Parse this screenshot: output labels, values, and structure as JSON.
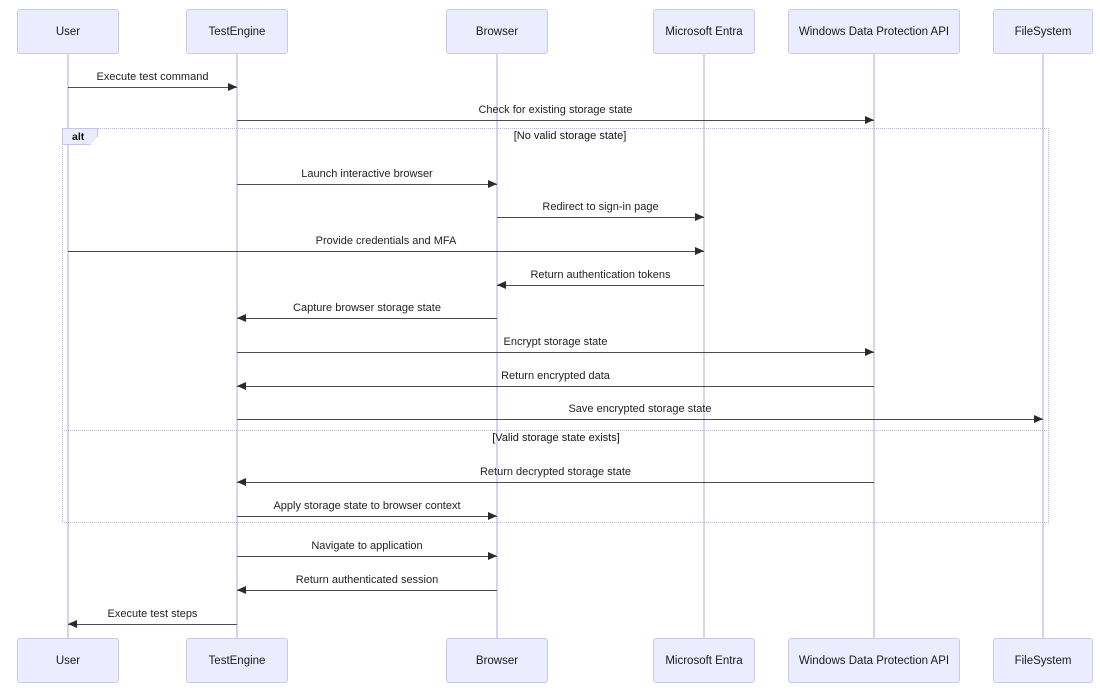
{
  "diagram": {
    "type": "sequence",
    "participants": [
      {
        "name": "User"
      },
      {
        "name": "TestEngine"
      },
      {
        "name": "Browser"
      },
      {
        "name": "Microsoft Entra"
      },
      {
        "name": "Windows Data Protection API"
      },
      {
        "name": "FileSystem"
      }
    ],
    "messages": [
      {
        "from": "User",
        "to": "TestEngine",
        "label": "Execute test command"
      },
      {
        "from": "TestEngine",
        "to": "Windows Data Protection API",
        "label": "Check for existing storage state"
      },
      {
        "from": "TestEngine",
        "to": "Browser",
        "label": "Launch interactive browser"
      },
      {
        "from": "Browser",
        "to": "Microsoft Entra",
        "label": "Redirect to sign-in page"
      },
      {
        "from": "User",
        "to": "Microsoft Entra",
        "label": "Provide credentials and MFA"
      },
      {
        "from": "Microsoft Entra",
        "to": "Browser",
        "label": "Return authentication tokens"
      },
      {
        "from": "Browser",
        "to": "TestEngine",
        "label": "Capture browser storage state"
      },
      {
        "from": "TestEngine",
        "to": "Windows Data Protection API",
        "label": "Encrypt storage state"
      },
      {
        "from": "Windows Data Protection API",
        "to": "TestEngine",
        "label": "Return encrypted data"
      },
      {
        "from": "TestEngine",
        "to": "FileSystem",
        "label": "Save encrypted storage state"
      },
      {
        "from": "Windows Data Protection API",
        "to": "TestEngine",
        "label": "Return decrypted storage state"
      },
      {
        "from": "TestEngine",
        "to": "Browser",
        "label": "Apply storage state to browser context"
      },
      {
        "from": "TestEngine",
        "to": "Browser",
        "label": "Navigate to application"
      },
      {
        "from": "Browser",
        "to": "TestEngine",
        "label": "Return authenticated session"
      },
      {
        "from": "TestEngine",
        "to": "User",
        "label": "Execute test steps"
      }
    ],
    "alt_block": {
      "label": "alt",
      "conditions": [
        "[No valid storage state]",
        "[Valid storage state exists]"
      ]
    },
    "colors": {
      "actor_fill": "#ECECFF",
      "actor_border": "#CBC8F0",
      "lifeline": "#D8D4F0",
      "message_line": "#4D4D4D",
      "arrowhead": "#2B2B2B",
      "frame_border": "#B6B3E7",
      "text": "#222222"
    }
  }
}
